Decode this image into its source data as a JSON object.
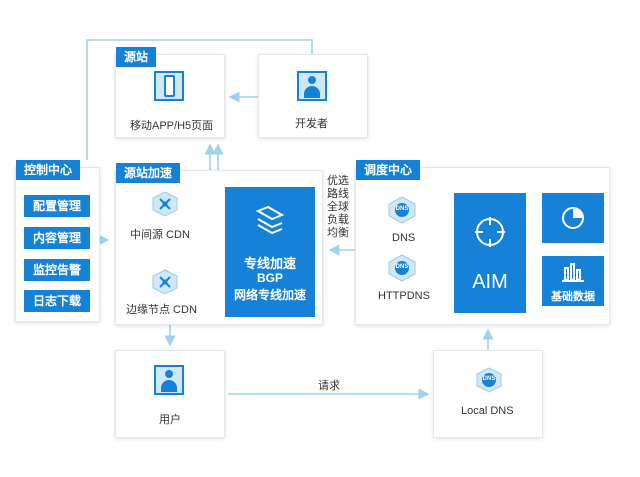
{
  "source_station": {
    "title": "源站",
    "mobile_label": "移动APP/H5页面"
  },
  "developer": {
    "label": "开发者"
  },
  "control_center": {
    "title": "控制中心",
    "items": [
      {
        "label": "配置管理"
      },
      {
        "label": "内容管理"
      },
      {
        "label": "监控告警"
      },
      {
        "label": "日志下载"
      }
    ]
  },
  "acceleration": {
    "title": "源站加速",
    "middle_cdn": "中间源 CDN",
    "edge_cdn": "边缘节点 CDN",
    "line_title": "专线加速",
    "line_bgp": "BGP",
    "line_net": "网络专线加速"
  },
  "dispatch": {
    "title": "调度中心",
    "dns_label": "DNS",
    "httpdns_label": "HTTPDNS",
    "aim_label": "AIM",
    "basic_data_label": "基础数据",
    "dns_icon_text": "DNS"
  },
  "side_text": [
    "优选",
    "路线",
    "全球",
    "负载",
    "均衡"
  ],
  "user": {
    "label": "用户"
  },
  "request_label": "请求",
  "local_dns": {
    "label": "Local DNS",
    "icon_text": "DNS"
  },
  "colors": {
    "primary": "#1582d8",
    "line": "#9fd3ea",
    "icon_light": "#cfe8f7"
  }
}
